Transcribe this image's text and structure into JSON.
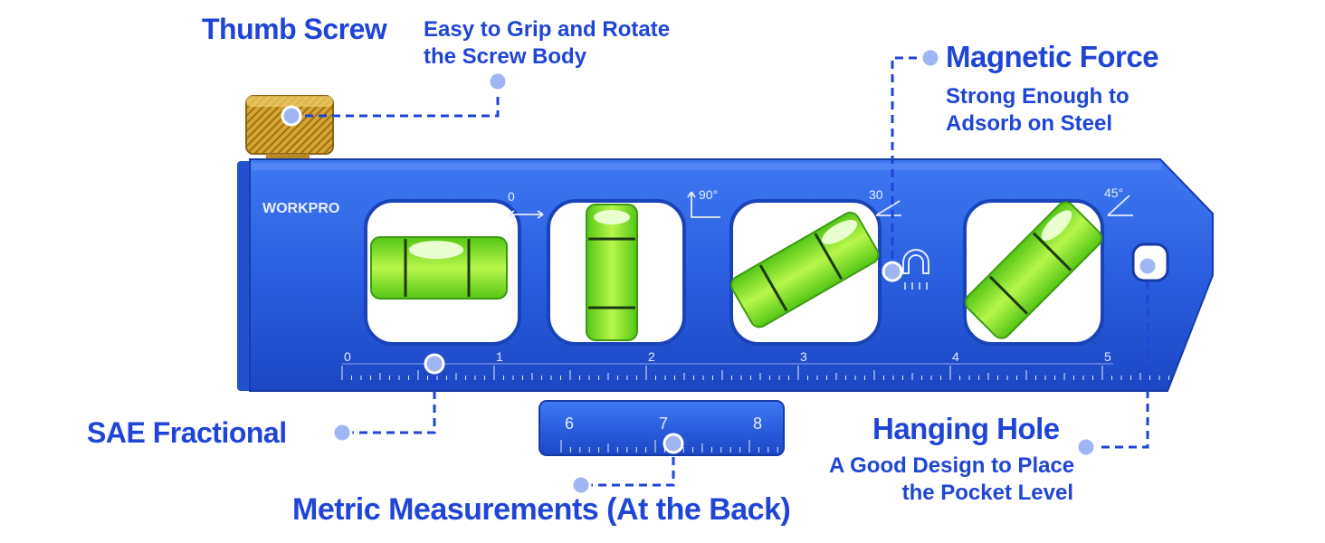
{
  "colors": {
    "label_blue": "#1f45d6",
    "level_blue": "#2a5fe0",
    "bubble_green": "#7ee81e",
    "brass": "#d9a935",
    "dot_blue": "#7f9ff0"
  },
  "product": {
    "brand": "WORKPRO",
    "vial_angles": [
      "0",
      "90°",
      "30",
      "45°"
    ],
    "ruler_inches": [
      "0",
      "1",
      "2",
      "3",
      "4",
      "5"
    ],
    "back_scale": [
      "6",
      "7",
      "8"
    ]
  },
  "callouts": {
    "thumb_screw": {
      "title": "Thumb Screw",
      "desc": [
        "Easy to Grip and Rotate",
        "the Screw Body"
      ]
    },
    "magnetic_force": {
      "title": "Magnetic Force",
      "desc": [
        "Strong Enough to",
        "Adsorb on Steel"
      ]
    },
    "sae": {
      "title": "SAE Fractional"
    },
    "hanging_hole": {
      "title": "Hanging Hole",
      "desc": [
        "A Good Design to Place",
        "the Pocket Level"
      ]
    },
    "metric": {
      "title": "Metric Measurements (At the Back)"
    }
  }
}
